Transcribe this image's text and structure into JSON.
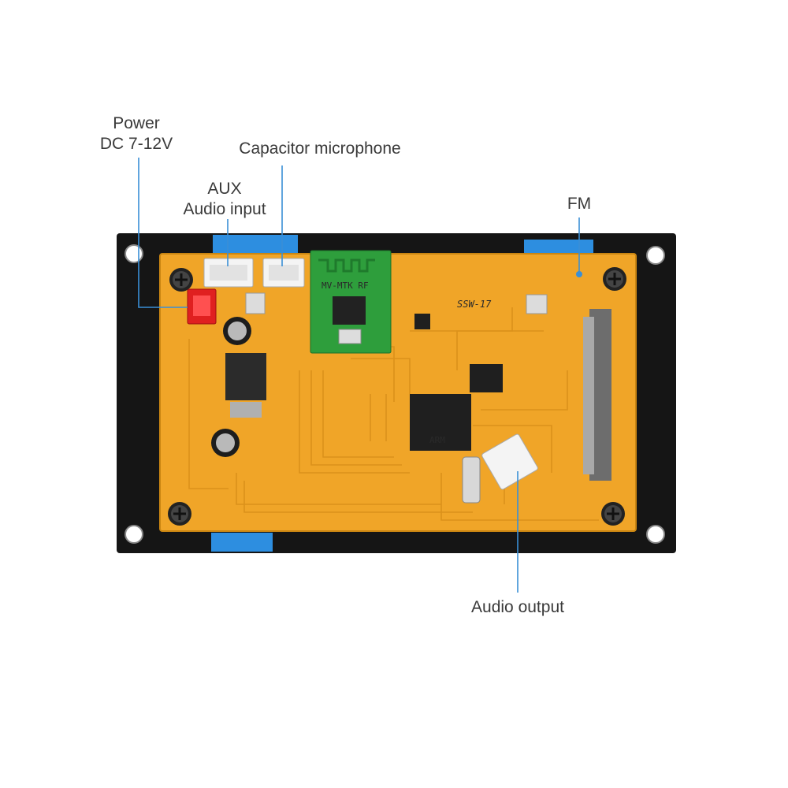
{
  "annotations": {
    "power": {
      "line1": "Power",
      "line2": "DC 7-12V"
    },
    "capacitor_mic": "Capacitor microphone",
    "aux": {
      "line1": "AUX",
      "line2": "Audio input"
    },
    "fm": "FM",
    "audio_output": "Audio output"
  },
  "board_markings": {
    "rf_module": "MV-MTK RF",
    "model": "SSW-17",
    "mcu_brand": "ARM"
  },
  "colors": {
    "frame": "#1a1a1a",
    "pcb": "#f0a528",
    "accent_line": "#3a8fd6",
    "rf_module": "#2e9e3c",
    "connector_red": "#e02020",
    "tape_blue": "#2d8ee0"
  }
}
